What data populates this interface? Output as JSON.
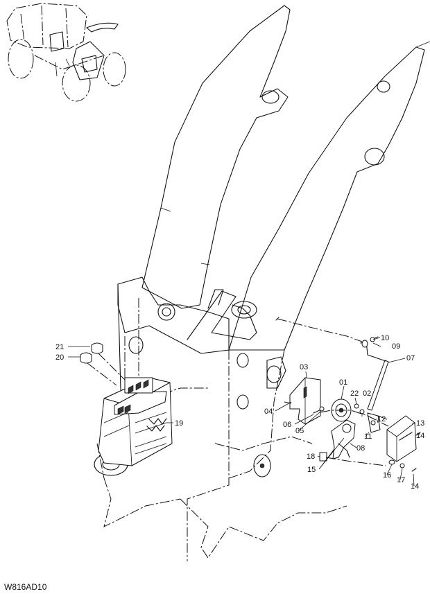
{
  "drawing_code": "W816AD10",
  "callouts": [
    {
      "id": "c21",
      "text": "21"
    },
    {
      "id": "c20",
      "text": "20"
    },
    {
      "id": "c19",
      "text": "19"
    },
    {
      "id": "c03",
      "text": "03"
    },
    {
      "id": "c04",
      "text": "04"
    },
    {
      "id": "c06",
      "text": "06"
    },
    {
      "id": "c05",
      "text": "05"
    },
    {
      "id": "c01",
      "text": "01"
    },
    {
      "id": "c22",
      "text": "22"
    },
    {
      "id": "c02",
      "text": "02"
    },
    {
      "id": "c10",
      "text": "10"
    },
    {
      "id": "c09",
      "text": "09"
    },
    {
      "id": "c07",
      "text": "07"
    },
    {
      "id": "c12",
      "text": "12"
    },
    {
      "id": "c11",
      "text": "11"
    },
    {
      "id": "c08",
      "text": "08"
    },
    {
      "id": "c13",
      "text": "13"
    },
    {
      "id": "c14a",
      "text": "14"
    },
    {
      "id": "c18",
      "text": "18"
    },
    {
      "id": "c15",
      "text": "15"
    },
    {
      "id": "c16",
      "text": "16"
    },
    {
      "id": "c17",
      "text": "17"
    },
    {
      "id": "c14b",
      "text": "14"
    }
  ]
}
